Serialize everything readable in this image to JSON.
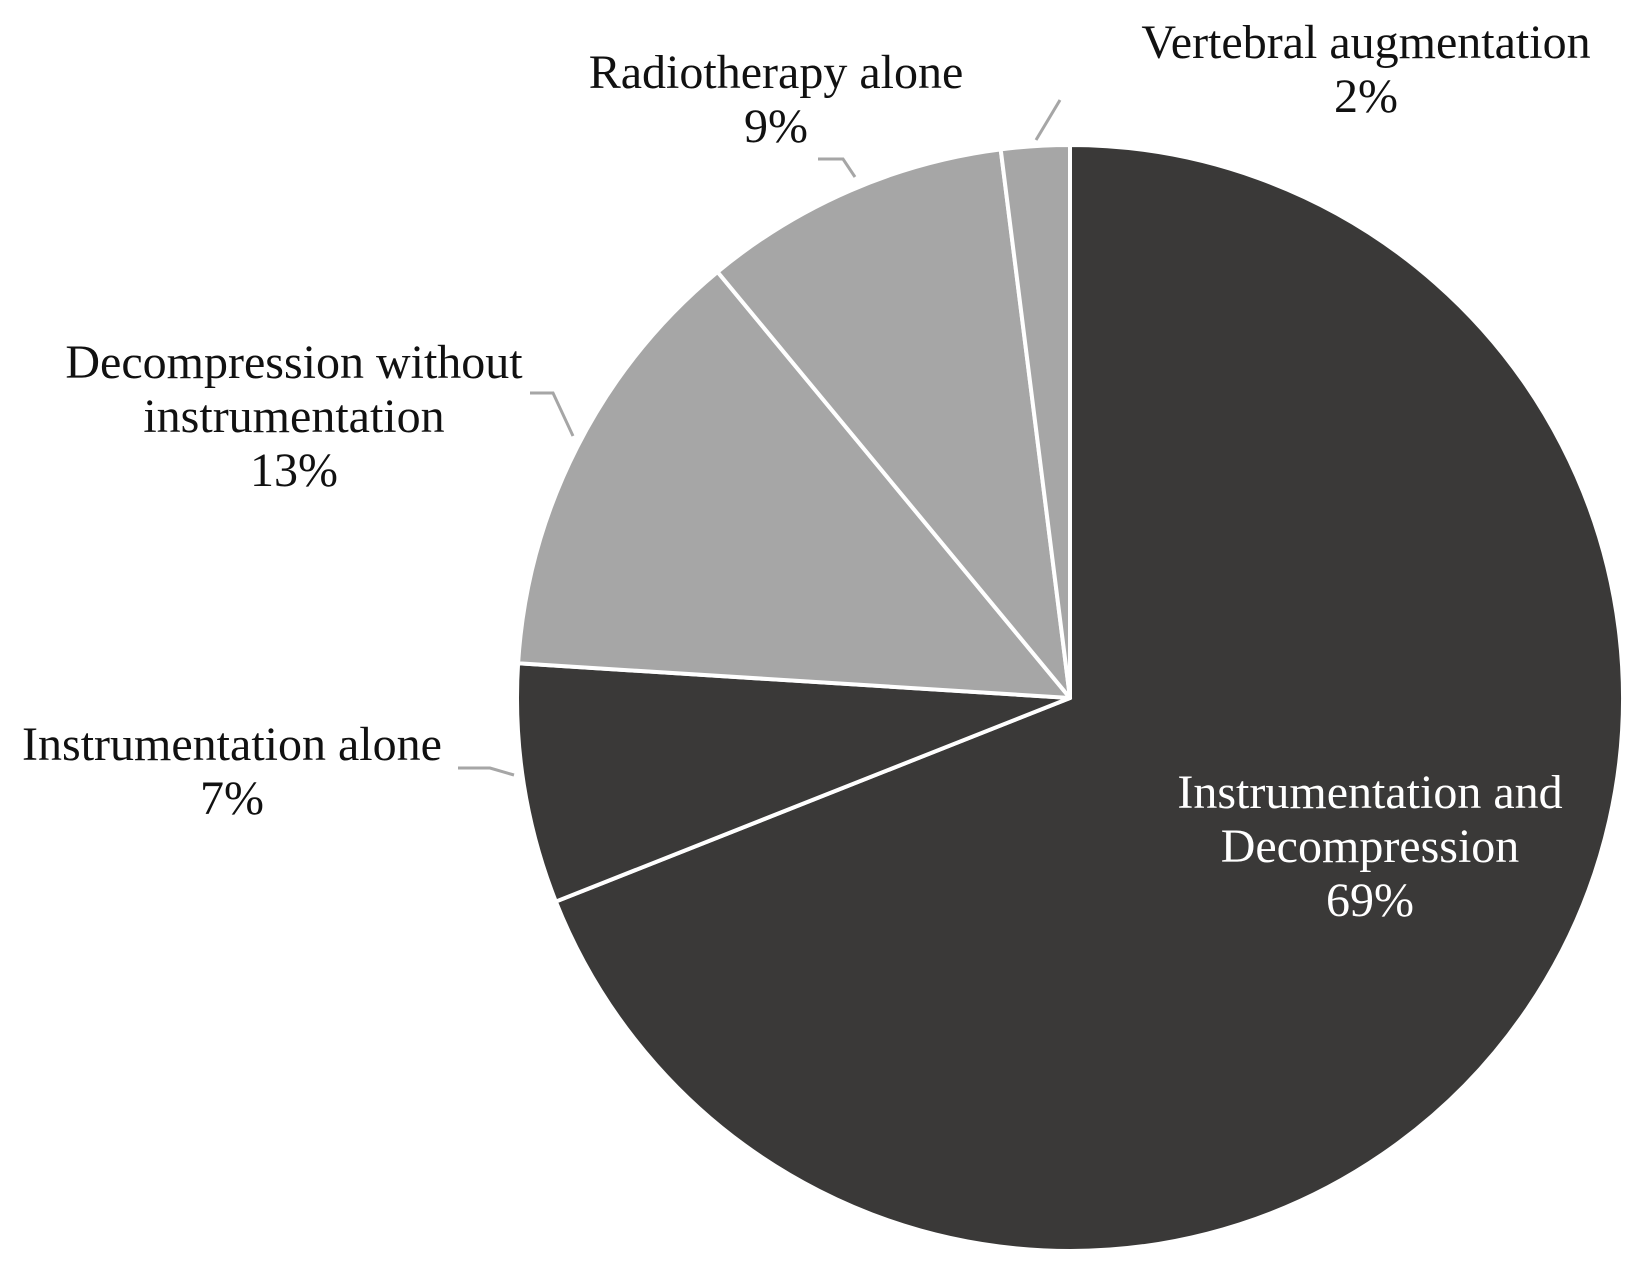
{
  "chart_data": {
    "type": "pie",
    "colors": {
      "dark": "#3a3938",
      "light": "#a6a6a6",
      "border": "#ffffff",
      "leader": "#a6a6a6",
      "text_dark": "#111111",
      "text_light": "#ffffff"
    },
    "slices": [
      {
        "label_lines": [
          "Instrumentation and",
          "Decompression"
        ],
        "percent_label": "69%",
        "value": 69,
        "color": "dark",
        "label_position": "inside"
      },
      {
        "label_lines": [
          "Instrumentation alone"
        ],
        "percent_label": "7%",
        "value": 7,
        "color": "dark",
        "label_position": "outside-left"
      },
      {
        "label_lines": [
          "Decompression without",
          "instrumentation"
        ],
        "percent_label": "13%",
        "value": 13,
        "color": "light",
        "label_position": "outside-upper-left"
      },
      {
        "label_lines": [
          "Radiotherapy alone"
        ],
        "percent_label": "9%",
        "value": 9,
        "color": "light",
        "label_position": "outside-top"
      },
      {
        "label_lines": [
          "Vertebral augmentation"
        ],
        "percent_label": "2%",
        "value": 2,
        "color": "light",
        "label_position": "outside-top-right"
      }
    ]
  }
}
